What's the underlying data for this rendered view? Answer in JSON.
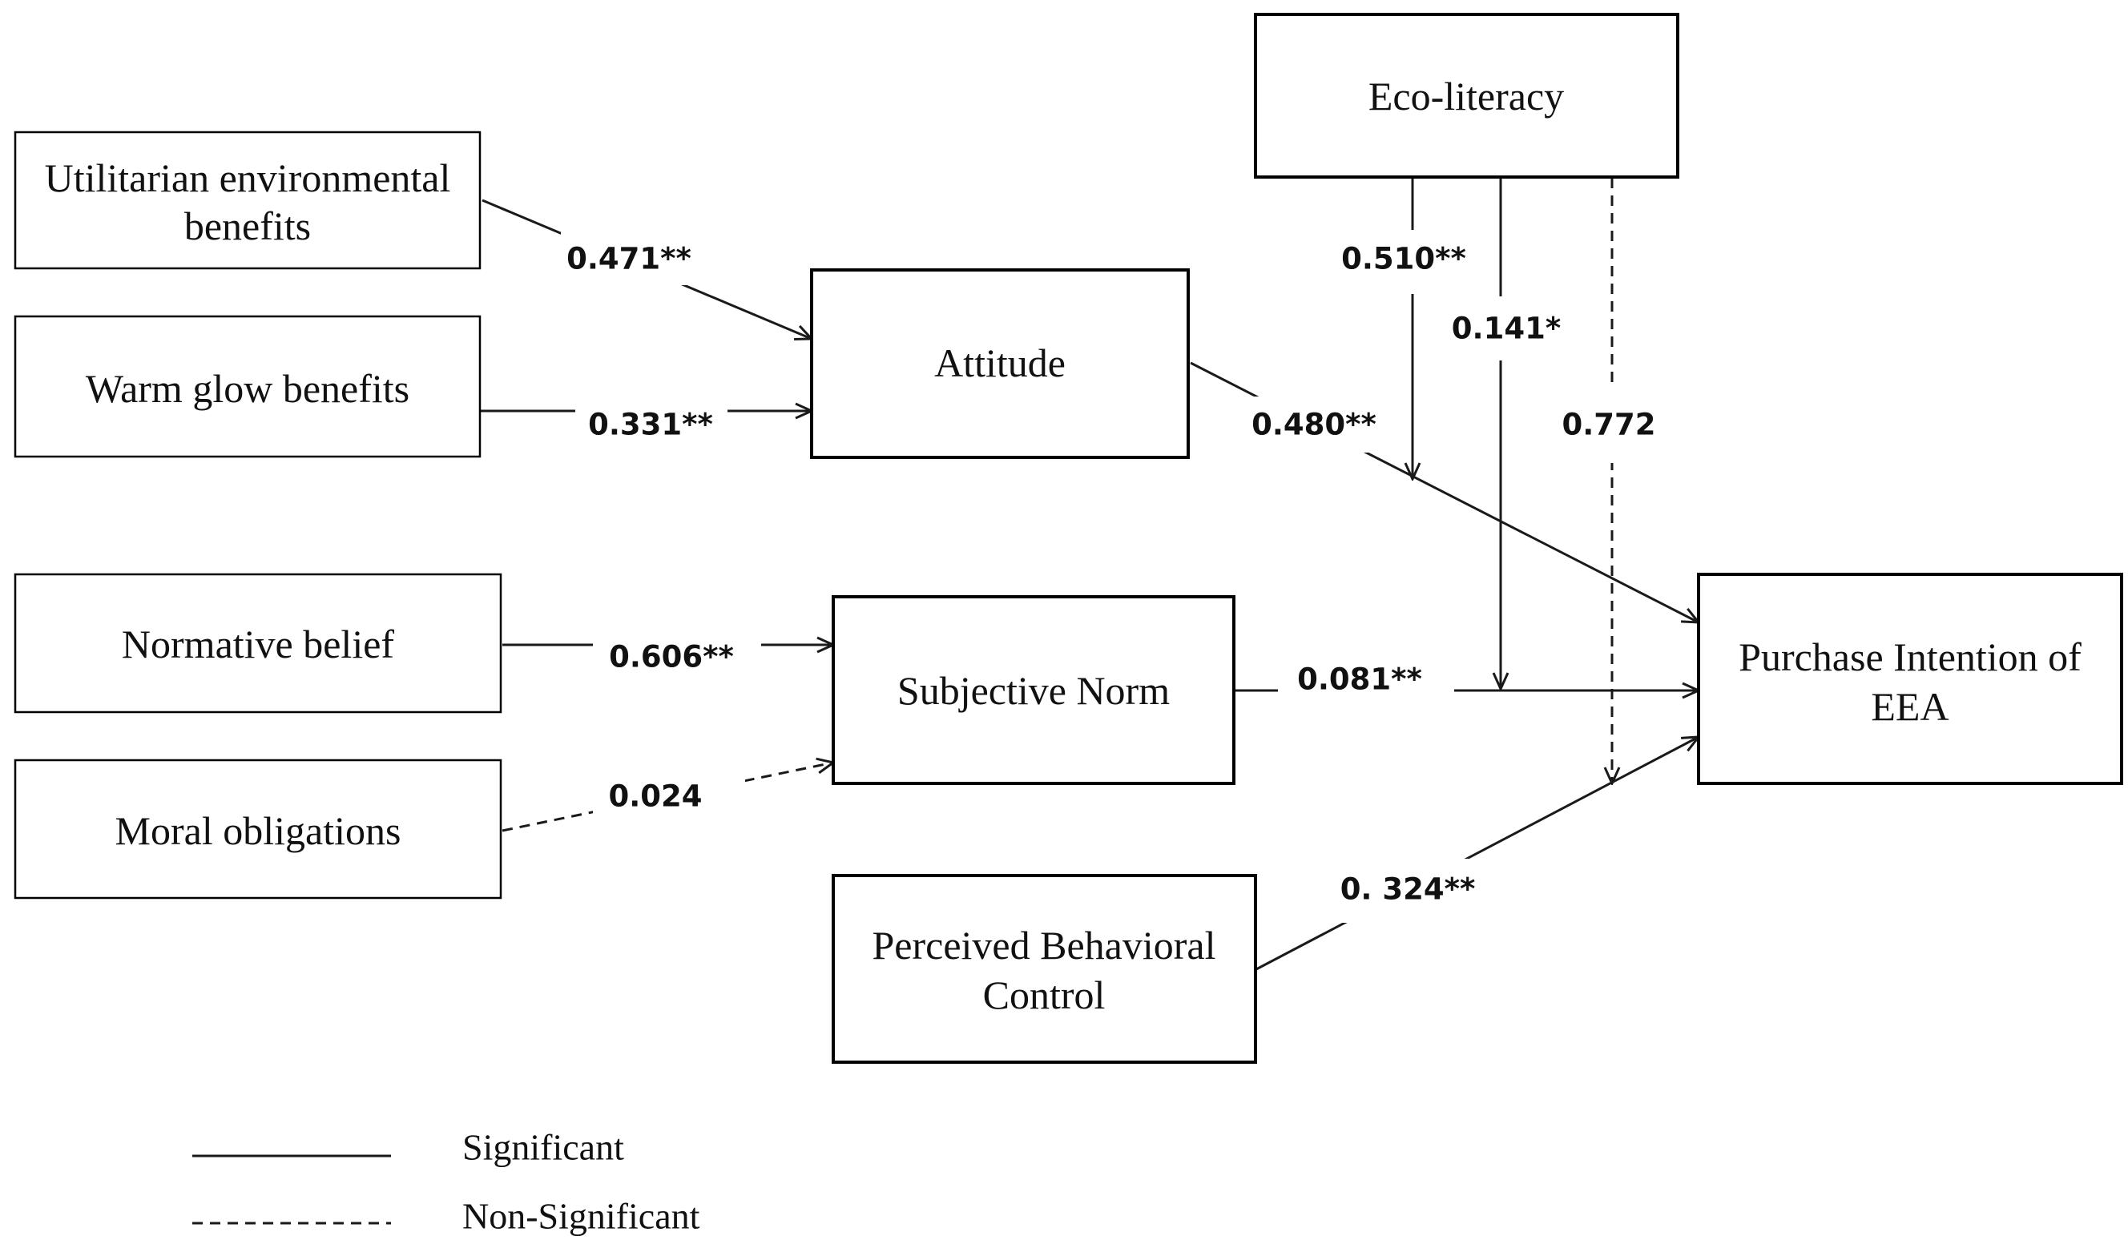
{
  "nodes": {
    "utilitarian": {
      "lines": [
        "Utilitarian environmental",
        "benefits"
      ]
    },
    "warm_glow": {
      "lines": [
        "Warm glow benefits"
      ]
    },
    "normative": {
      "lines": [
        "Normative belief"
      ]
    },
    "moral": {
      "lines": [
        "Moral obligations"
      ]
    },
    "attitude": {
      "lines": [
        "Attitude"
      ]
    },
    "subjective": {
      "lines": [
        "Subjective Norm"
      ]
    },
    "pbc": {
      "lines": [
        "Perceived Behavioral",
        "Control"
      ]
    },
    "eco": {
      "lines": [
        "Eco-literacy"
      ]
    },
    "purchase": {
      "lines": [
        "Purchase Intention of",
        "EEA"
      ]
    }
  },
  "paths": [
    {
      "id": "utilitarian-attitude",
      "from": "Utilitarian environmental benefits",
      "to": "Attitude",
      "coefficient": "0.471**",
      "significant": true
    },
    {
      "id": "warmglow-attitude",
      "from": "Warm glow benefits",
      "to": "Attitude",
      "coefficient": "0.331**",
      "significant": true
    },
    {
      "id": "normative-subjective",
      "from": "Normative belief",
      "to": "Subjective Norm",
      "coefficient": "0.606**",
      "significant": true
    },
    {
      "id": "moral-subjective",
      "from": "Moral obligations",
      "to": "Subjective Norm",
      "coefficient": "0.024",
      "significant": false
    },
    {
      "id": "attitude-purchase",
      "from": "Attitude",
      "to": "Purchase Intention of EEA",
      "coefficient": "0.480**",
      "significant": true
    },
    {
      "id": "subjective-purchase",
      "from": "Subjective Norm",
      "to": "Purchase Intention of EEA",
      "coefficient": "0.081**",
      "significant": true
    },
    {
      "id": "pbc-purchase",
      "from": "Perceived Behavioral Control",
      "to": "Purchase Intention of EEA",
      "coefficient": "0. 324**",
      "significant": true
    },
    {
      "id": "eco-attitude-path",
      "from": "Eco-literacy",
      "to": "Attitude → Purchase Intention path",
      "coefficient": "0.510**",
      "significant": true
    },
    {
      "id": "eco-subjective-path",
      "from": "Eco-literacy",
      "to": "Subjective Norm → Purchase Intention path",
      "coefficient": "0.141*",
      "significant": true
    },
    {
      "id": "eco-pbc-path",
      "from": "Eco-literacy",
      "to": "Perceived Behavioral Control → Purchase Intention path",
      "coefficient": "0.772",
      "significant": false
    }
  ],
  "legend": {
    "significant": "Significant",
    "non_significant": "Non-Significant"
  }
}
